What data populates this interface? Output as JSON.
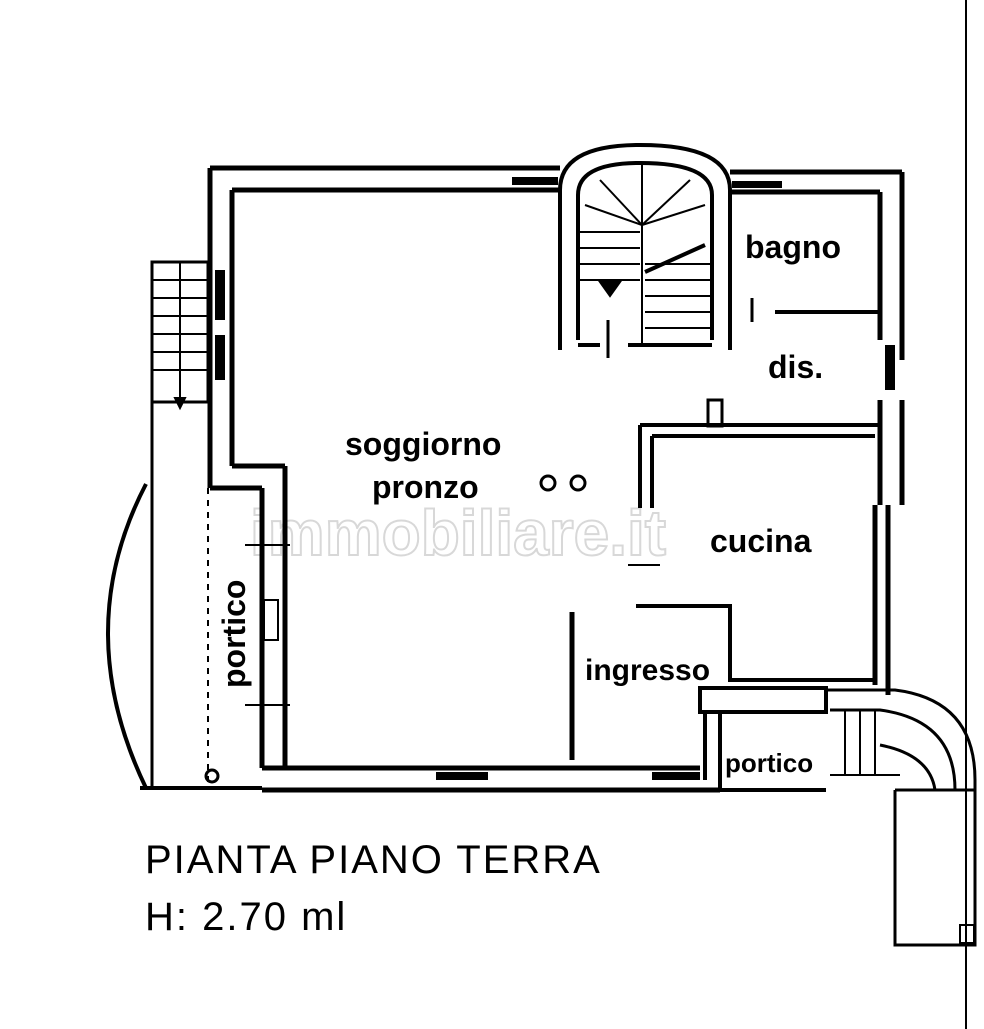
{
  "plan": {
    "rooms": {
      "bagno": "bagno",
      "dis": "dis.",
      "soggiorno_line1": "soggiorno",
      "soggiorno_line2": "pronzo",
      "cucina": "cucina",
      "ingresso": "ingresso",
      "portico_left": "portico",
      "portico_right": "portico"
    },
    "watermark": "immobiliare.it",
    "caption": {
      "title": "PIANTA PIANO TERRA",
      "height": "H: 2.70 ml"
    },
    "colors": {
      "ink": "#000000",
      "paper": "#ffffff",
      "watermark": "#d8d8d8"
    }
  }
}
